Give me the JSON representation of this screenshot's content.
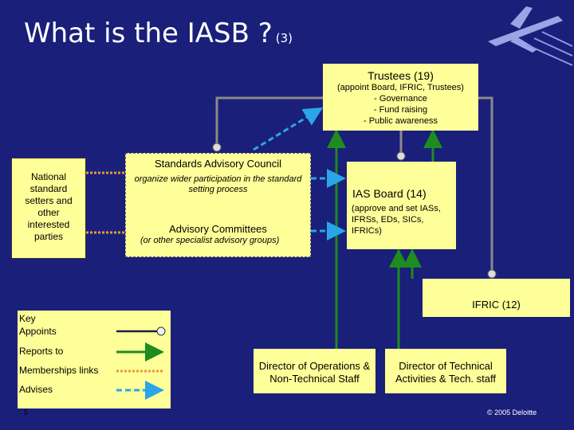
{
  "title": {
    "main": "What is the IASB ?",
    "sub": "(3)"
  },
  "trustees": {
    "heading": "Trustees (19)",
    "sub": "(appoint Board, IFRIC, Trustees)",
    "items": [
      "- Governance",
      "- Fund raising",
      "- Public awareness"
    ]
  },
  "national": {
    "lines": [
      "National",
      "standard",
      "setters and",
      "other",
      "interested",
      "parties"
    ]
  },
  "sac": {
    "heading": "Standards Advisory Council",
    "desc": "organize wider participation in the standard setting process",
    "advisory_heading": "Advisory Committees",
    "advisory_desc": "(or other specialist advisory groups)"
  },
  "iasb": {
    "heading": "IAS Board (14)",
    "desc": "(approve and set IASs, IFRSs, EDs, SICs, IFRICs)"
  },
  "ifric": {
    "heading": "IFRIC (12)"
  },
  "key": {
    "title": "Key",
    "appoints": "Appoints",
    "reports": "Reports to",
    "memberships": "Memberships links",
    "advises": "Advises",
    "page": "5"
  },
  "directors": {
    "ops": "Director of Operations & Non-Technical Staff",
    "tech": "Director of Technical Activities & Tech. staff"
  },
  "footer": {
    "copyright": "© 2005 Deloitte"
  },
  "colors": {
    "background": "#1a1f7a",
    "box": "#ffff99",
    "appoints": "#808080",
    "reports": "#1e8c1e",
    "memberships": "#e59a33",
    "advises": "#2aa6e8"
  }
}
